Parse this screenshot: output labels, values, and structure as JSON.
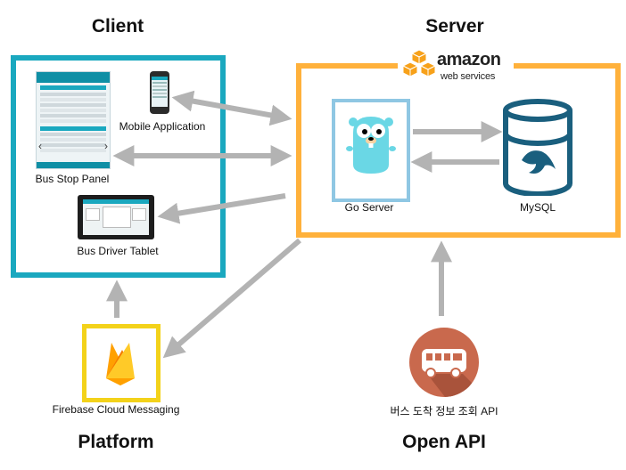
{
  "headings": {
    "client": "Client",
    "server": "Server",
    "platform": "Platform",
    "open_api": "Open API"
  },
  "labels": {
    "mobile_app": "Mobile Application",
    "bus_stop_panel": "Bus Stop Panel",
    "bus_driver_tablet": "Bus Driver Tablet",
    "go_server": "Go Server",
    "mysql": "MySQL",
    "fcm": "Firebase Cloud Messaging",
    "bus_api": "버스 도착 정보 조회 API"
  },
  "aws_logo": {
    "line1": "amazon",
    "line2": "web services"
  },
  "colors": {
    "client_border": "#1aa8bf",
    "server_border": "#ffb13b",
    "go_border": "#8fc7e3",
    "fcm_border": "#f3d21a",
    "arrow": "#b3b3b3",
    "mysql": "#1a5f7e",
    "bus_icon_bg": "#c9694d"
  },
  "icons": [
    "phone-icon",
    "bus-stop-panel-icon",
    "tablet-icon",
    "gopher-icon",
    "database-icon",
    "firebase-icon",
    "bus-icon",
    "aws-cubes-icon"
  ]
}
